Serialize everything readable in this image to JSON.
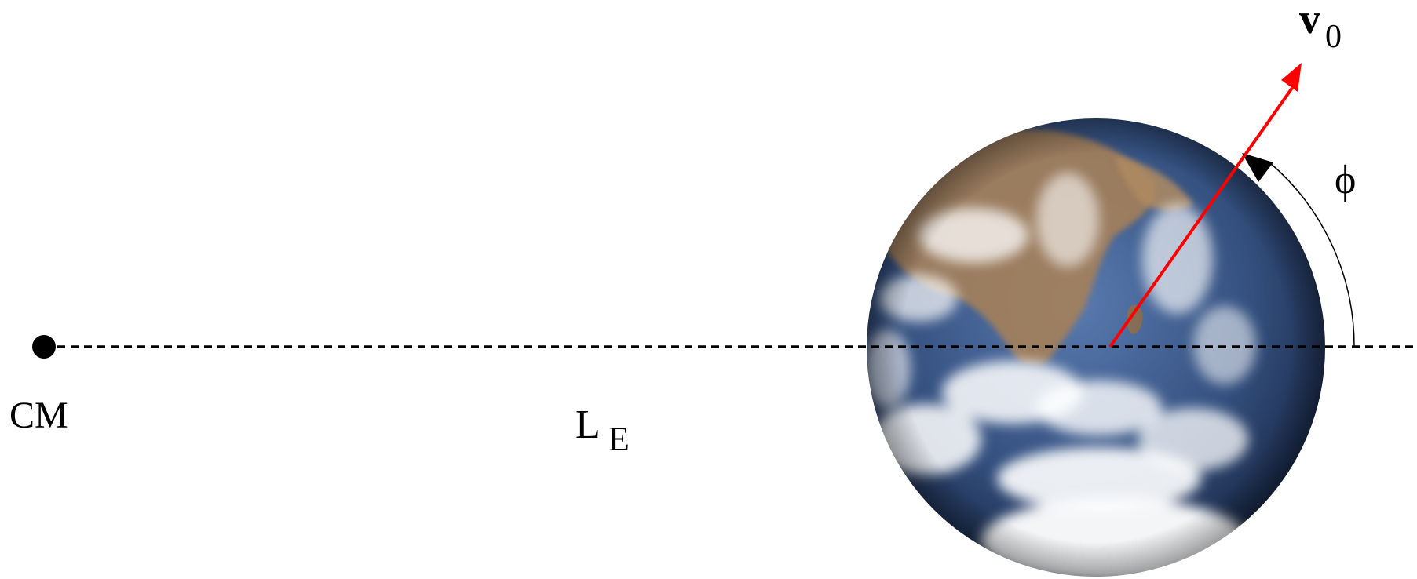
{
  "labels": {
    "cm": "CM",
    "le_main": "L",
    "le_sub": "E",
    "v0_main": "v",
    "v0_sub": "0",
    "phi": "ϕ"
  },
  "colors": {
    "velocity_arrow": "#ff0000",
    "axis_line": "#000000",
    "ocean": "#2b3f66",
    "land": "#a07d5a",
    "cloud": "#ffffff"
  },
  "icons": {
    "earth": "earth-globe-icon",
    "center_of_mass": "point-marker-icon"
  }
}
